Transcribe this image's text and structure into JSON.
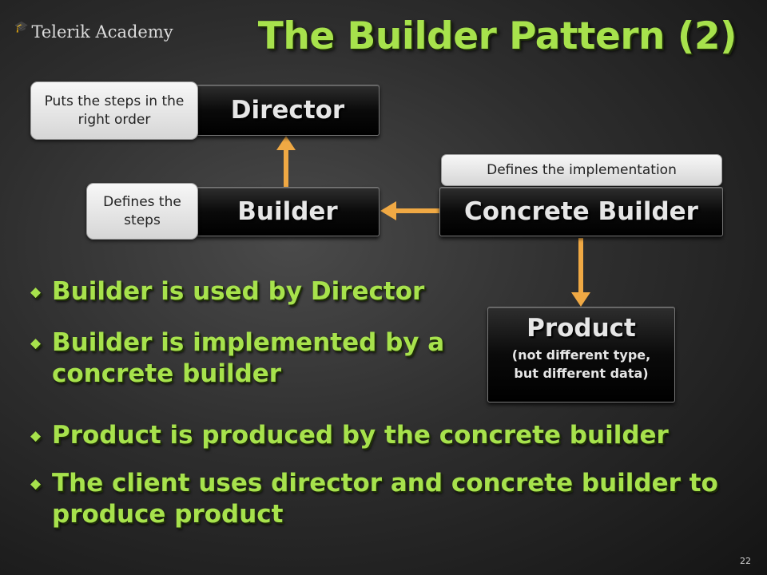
{
  "logo": {
    "icon": "graduation-cap-icon",
    "text": "Telerik Academy"
  },
  "title": "The Builder Pattern (2)",
  "diagram": {
    "director": "Director",
    "builder": "Builder",
    "concrete_builder": "Concrete Builder",
    "product": {
      "title": "Product",
      "subtitle": "(not different type, but different data)"
    },
    "notes": {
      "director": "Puts the steps in the right order",
      "builder": "Defines the steps",
      "concrete_builder": "Defines the implementation"
    },
    "arrow_color": "#f0a944"
  },
  "bullets": [
    "Builder is used by Director",
    "Builder is implemented by a concrete builder",
    "Product is produced by the concrete builder",
    "The client uses director and concrete builder to produce product"
  ],
  "colors": {
    "accent": "#a7e24c"
  },
  "slide_number": "22"
}
